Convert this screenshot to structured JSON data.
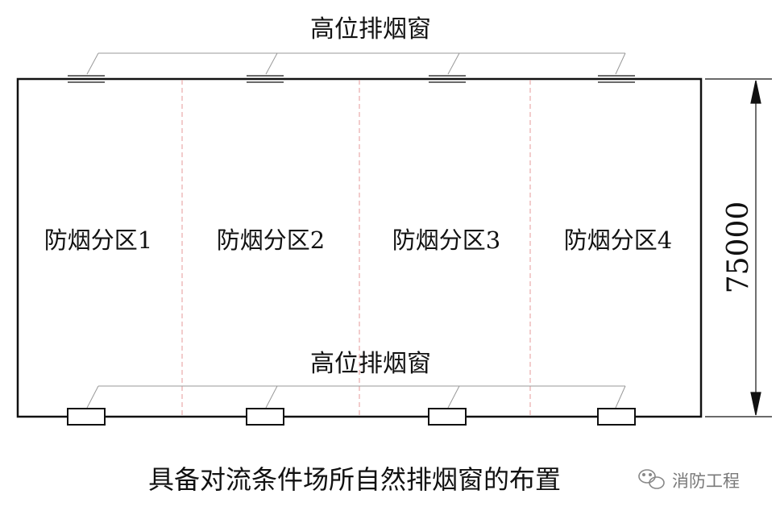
{
  "diagram": {
    "top_label": "高位排烟窗",
    "bottom_label": "高位排烟窗",
    "zones": [
      "防烟分区1",
      "防烟分区2",
      "防烟分区3",
      "防烟分区4"
    ],
    "dimension": "75000",
    "caption": "具备对流条件场所自然排烟窗的布置",
    "colors": {
      "line": "#111111",
      "divider": "#e49a9a",
      "leader": "#999999"
    }
  },
  "watermark": {
    "text": "消防工程",
    "icon": "wechat-icon"
  }
}
